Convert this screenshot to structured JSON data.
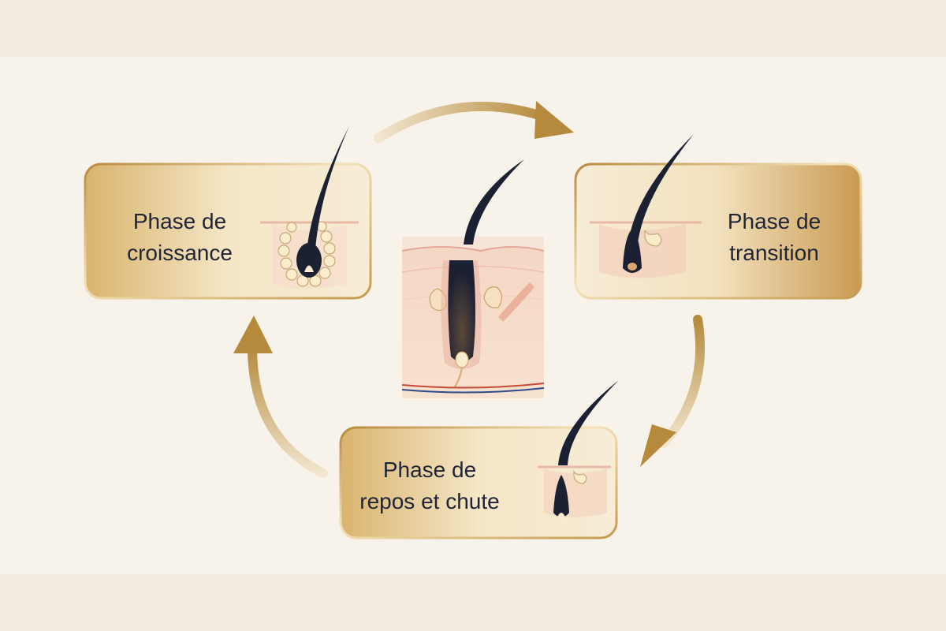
{
  "phases": [
    {
      "id": "growth",
      "line1": "Phase de",
      "line2": "croissance"
    },
    {
      "id": "transition",
      "line1": "Phase de",
      "line2": "transition"
    },
    {
      "id": "rest",
      "line1": "Phase de",
      "line2": "repos et chute"
    }
  ],
  "colors": {
    "gold_light": "#f3e2b8",
    "gold_dark": "#b58a3c",
    "hair": "#1c2033",
    "skin": "#f2c8b4",
    "background": "#f8f3ea"
  }
}
